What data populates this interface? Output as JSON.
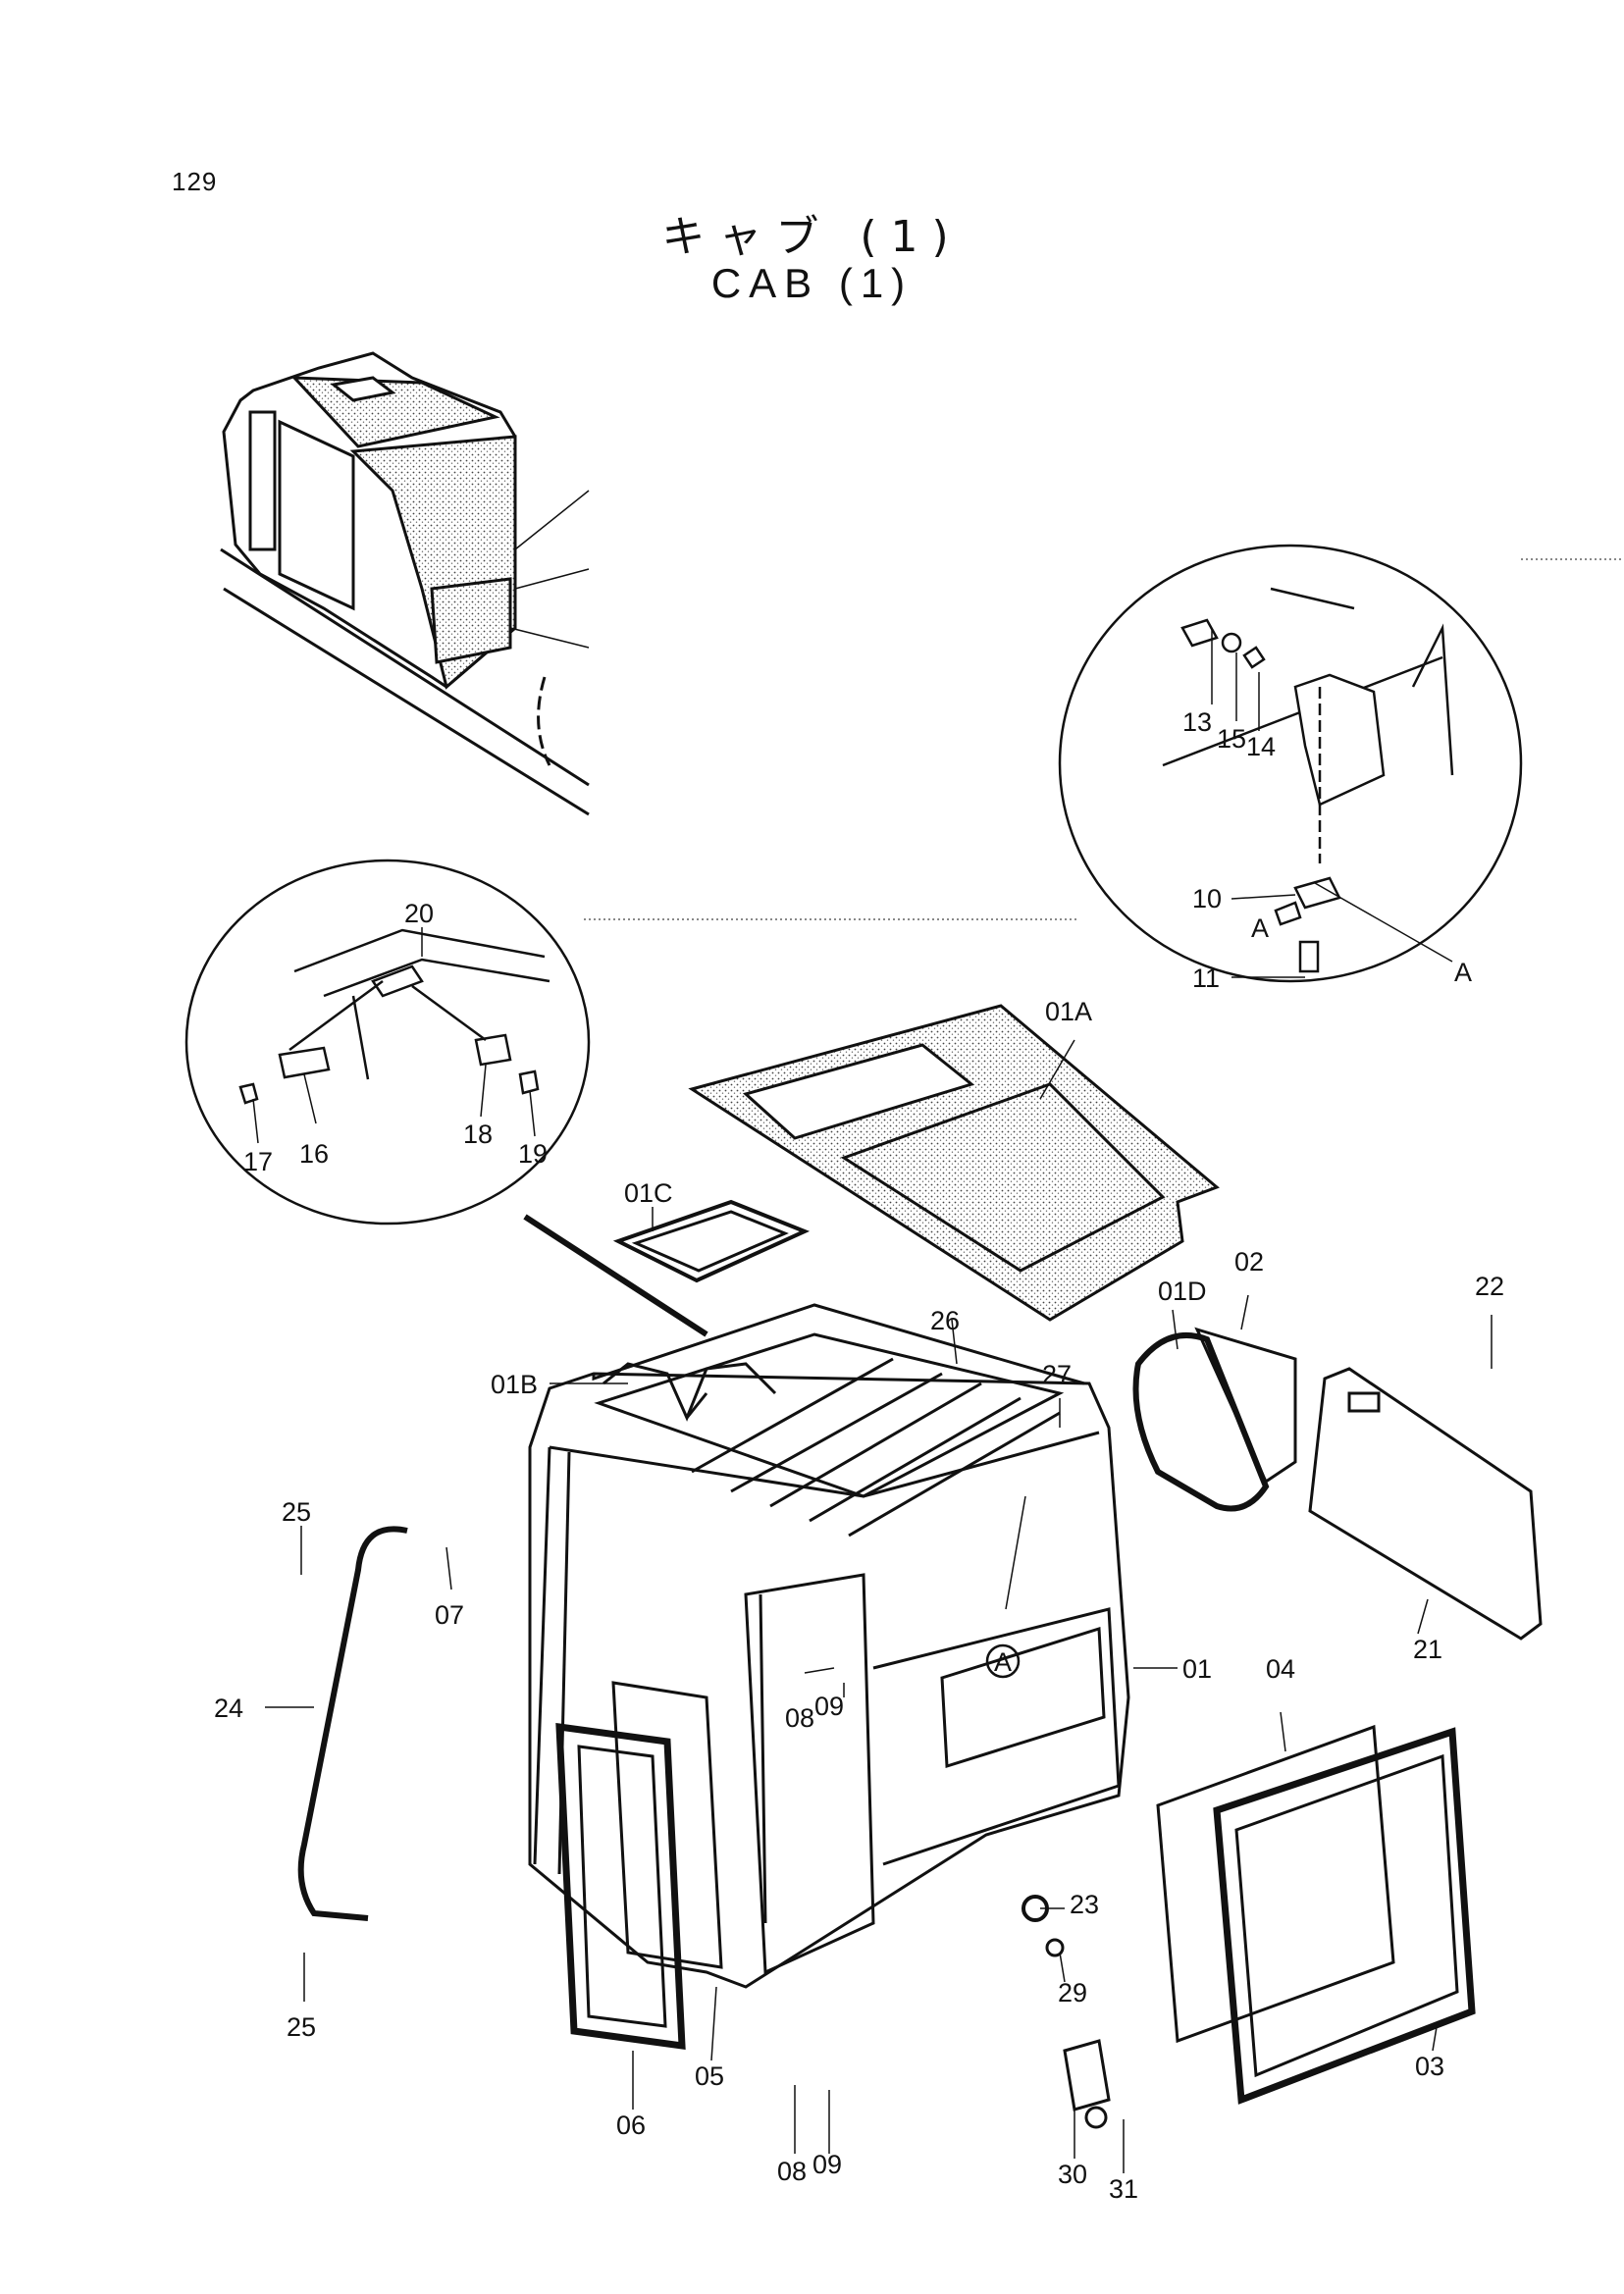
{
  "page_number": "129",
  "title_jp": "キャブ (1)",
  "title_en": "CAB (1)",
  "detail_markers": {
    "a_main": "A",
    "a_view": "A",
    "a_link": "A"
  },
  "part_labels": {
    "p01": "01",
    "p01A": "01A",
    "p01B": "01B",
    "p01C": "01C",
    "p01D": "01D",
    "p02": "02",
    "p03": "03",
    "p04": "04",
    "p05": "05",
    "p06": "06",
    "p07": "07",
    "p08a": "08",
    "p08b": "08",
    "p09a": "09",
    "p09b": "09",
    "p10": "10",
    "p11": "11",
    "p13": "13",
    "p14": "14",
    "p15": "15",
    "p16": "16",
    "p17": "17",
    "p18": "18",
    "p19": "19",
    "p20": "20",
    "p21": "21",
    "p22": "22",
    "p23": "23",
    "p24": "24",
    "p25a": "25",
    "p25b": "25",
    "p26": "26",
    "p27": "27",
    "p29": "29",
    "p30": "30",
    "p31": "31"
  },
  "colors": {
    "ink": "#111111",
    "paper": "#ffffff",
    "shade": "#cfcfcf"
  }
}
